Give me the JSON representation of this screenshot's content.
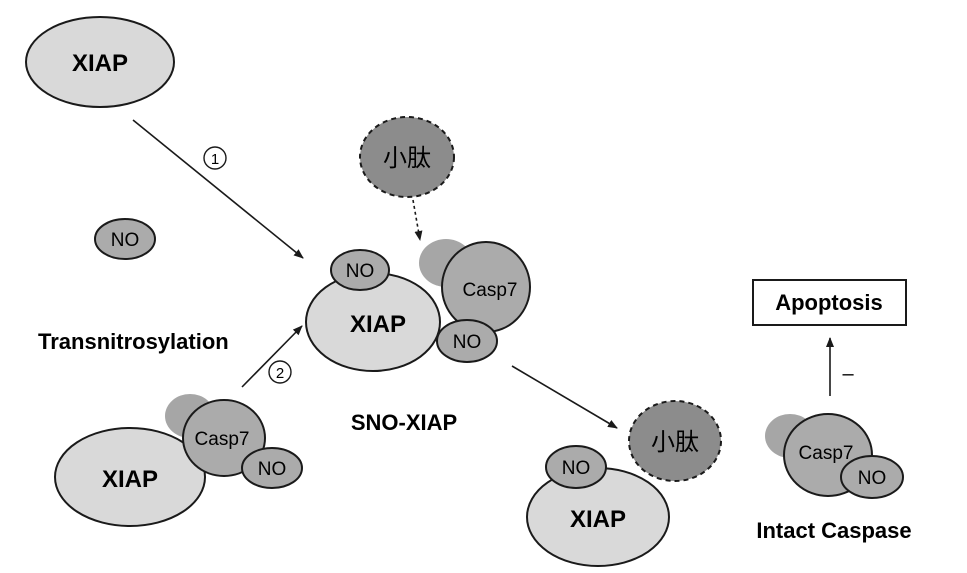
{
  "labels": {
    "xiap": "XIAP",
    "no": "NO",
    "casp7": "Casp7",
    "peptide": "小肽",
    "transnitrosylation": "Transnitrosylation",
    "sno_xiap": "SNO-XIAP",
    "apoptosis": "Apoptosis",
    "intact_caspase": "Intact Caspase",
    "step1": "1",
    "step2": "2",
    "minus": "–"
  },
  "colors": {
    "light_gray": "#d9d9d9",
    "mid_gray": "#ababab",
    "dark_gray": "#8c8c8c",
    "outline": "#1a1a1a"
  }
}
